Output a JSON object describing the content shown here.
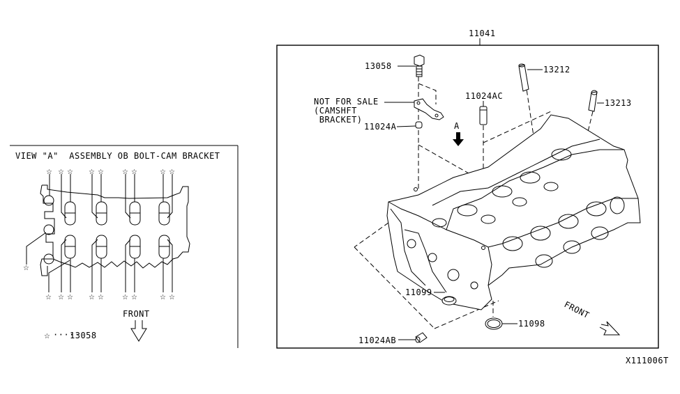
{
  "diagram_code": "X111006T",
  "view_panel": {
    "title": "VIEW \"A\"  ASSEMBLY OB BOLT-CAM BRACKET",
    "legend_symbol": "star",
    "legend_dots": "·····",
    "legend_part": "13058",
    "front_label": "FRONT"
  },
  "main_panel": {
    "assembly_part": "11041",
    "front_label": "FRONT",
    "view_arrow_label": "A",
    "callouts": [
      {
        "id": "13058",
        "label": "13058"
      },
      {
        "id": "13212",
        "label": "13212"
      },
      {
        "id": "13213",
        "label": "13213"
      },
      {
        "id": "11024AC",
        "label": "11024AC"
      },
      {
        "id": "not-for-sale",
        "label_lines": [
          "NOT FOR SALE",
          "(CAMSHFT",
          " BRACKET)"
        ]
      },
      {
        "id": "11024A",
        "label": "11024A"
      },
      {
        "id": "11099",
        "label": "11099"
      },
      {
        "id": "11098",
        "label": "11098"
      },
      {
        "id": "11024AB",
        "label": "11024AB"
      }
    ]
  }
}
